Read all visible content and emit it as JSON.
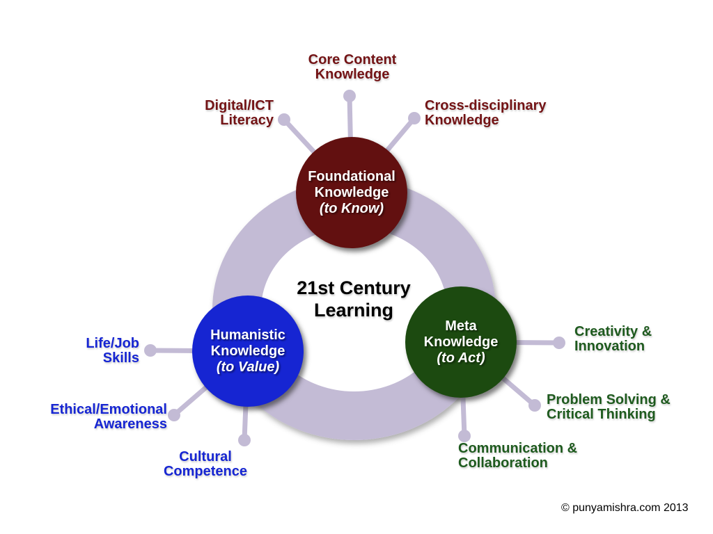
{
  "title": {
    "line1": "21st Century",
    "line2": "Learning"
  },
  "colors": {
    "ring": "#c3bbd5",
    "maroon": "#621010",
    "maroon_text": "#731315",
    "blue": "#1625d2",
    "blue_text": "#1625d2",
    "green": "#1c4a10",
    "green_text": "#1e5a1e",
    "ink": "#000000"
  },
  "clusters": [
    {
      "name": "foundational",
      "title_line1": "Foundational",
      "title_line2": "Knowledge",
      "subtitle": "(to Know)",
      "spokes": [
        {
          "line1": "Core Content",
          "line2": "Knowledge"
        },
        {
          "line1": "Digital/ICT",
          "line2": "Literacy"
        },
        {
          "line1": "Cross-disciplinary",
          "line2": "Knowledge"
        }
      ]
    },
    {
      "name": "humanistic",
      "title_line1": "Humanistic",
      "title_line2": "Knowledge",
      "subtitle": "(to Value)",
      "spokes": [
        {
          "line1": "Life/Job",
          "line2": "Skills"
        },
        {
          "line1": "Ethical/Emotional",
          "line2": "Awareness"
        },
        {
          "line1": "Cultural",
          "line2": "Competence"
        }
      ]
    },
    {
      "name": "meta",
      "title_line1": "Meta",
      "title_line2": "Knowledge",
      "subtitle": "(to Act)",
      "spokes": [
        {
          "line1": "Creativity &",
          "line2": "Innovation"
        },
        {
          "line1": "Problem Solving &",
          "line2": "Critical Thinking"
        },
        {
          "line1": "Communication &",
          "line2": "Collaboration"
        }
      ]
    }
  ],
  "footer": {
    "copyright": "© punyamishra.com 2013"
  }
}
